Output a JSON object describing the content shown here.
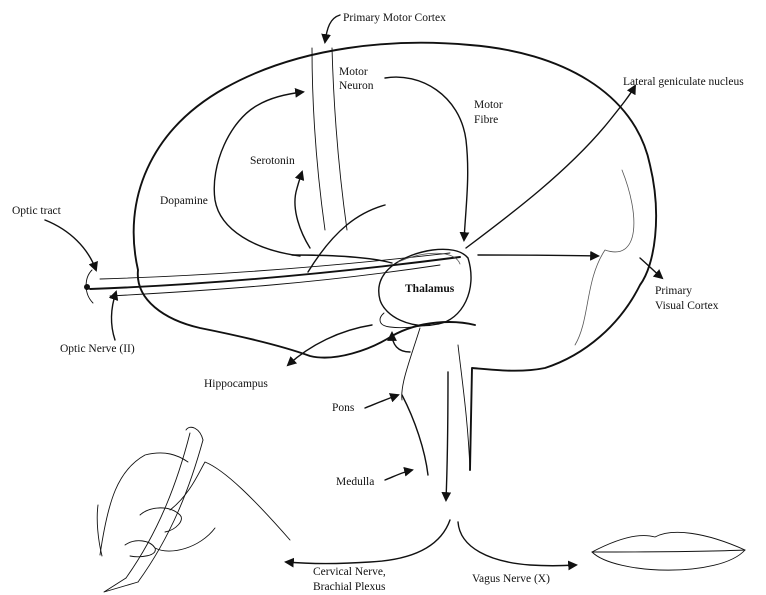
{
  "labels": {
    "primary_motor_cortex": "Primary Motor Cortex",
    "motor_neuron_1": "Motor",
    "motor_neuron_2": "Neuron",
    "motor_fibre_1": "Motor",
    "motor_fibre_2": "Fibre",
    "lateral_geniculate_nucleus": "Lateral geniculate nucleus",
    "serotonin": "Serotonin",
    "dopamine": "Dopamine",
    "optic_tract": "Optic tract",
    "thalamus": "Thalamus",
    "primary_visual_cortex_1": "Primary",
    "primary_visual_cortex_2": "Visual Cortex",
    "optic_nerve": "Optic Nerve (II)",
    "hippocampus": "Hippocampus",
    "pons": "Pons",
    "medulla": "Medulla",
    "cervical_nerve_1": "Cervical Nerve,",
    "cervical_nerve_2": "Brachial Plexus",
    "vagus_nerve": "Vagus Nerve (X)"
  },
  "colors": {
    "ink": "#111111",
    "background": "#ffffff"
  }
}
